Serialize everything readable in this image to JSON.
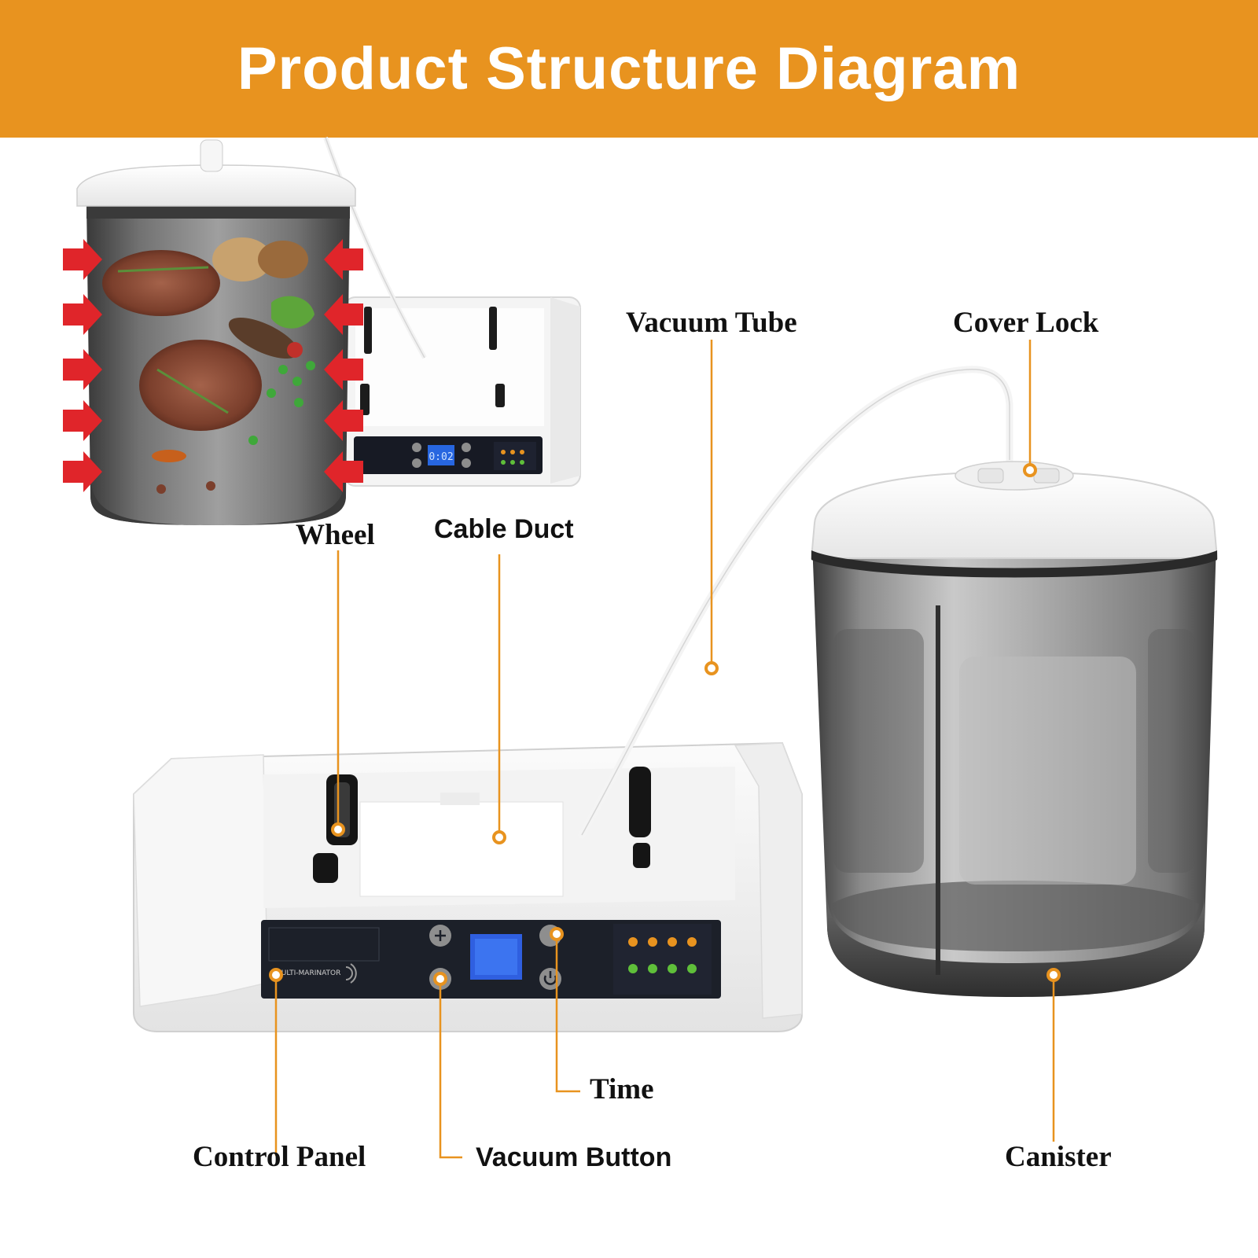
{
  "header": {
    "title": "Product Structure Diagram",
    "background": "#E8931F",
    "text_color": "#FFFFFF"
  },
  "accent_color": "#E8931F",
  "callouts": {
    "vacuum_tube": "Vacuum Tube",
    "cover_lock": "Cover Lock",
    "wheel": "Wheel",
    "cable_duct": "Cable Duct",
    "time": "Time",
    "control_panel": "Control Panel",
    "vacuum_button": "Vacuum Button",
    "canister": "Canister"
  },
  "inset_display": "0:02",
  "icons": {
    "pressure_arrows": "red-arrow-icon",
    "power": "power-icon",
    "plus": "plus-icon"
  }
}
